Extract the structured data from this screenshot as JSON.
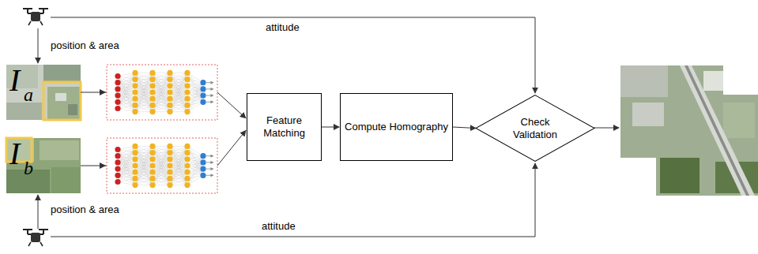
{
  "diagram": {
    "nodes": [
      {
        "text": [
          "I",
          "a"
        ]
      },
      {
        "text": [
          "I",
          "b"
        ]
      },
      {
        "text": [
          "Feature Matching"
        ]
      },
      {
        "text": [
          "Compute Homography"
        ]
      },
      {
        "text": [
          "Check Validation"
        ]
      }
    ],
    "edges": [
      {
        "from": 0,
        "to": 2,
        "arrow": "to"
      },
      {
        "from": 1,
        "to": 2,
        "arrow": "to"
      },
      {
        "from": 2,
        "to": 3,
        "arrow": "to"
      },
      {
        "from": 3,
        "to": 4,
        "arrow": "to"
      }
    ],
    "labels": [
      "position & area",
      "attitude",
      "position & area",
      "attitude"
    ]
  }
}
